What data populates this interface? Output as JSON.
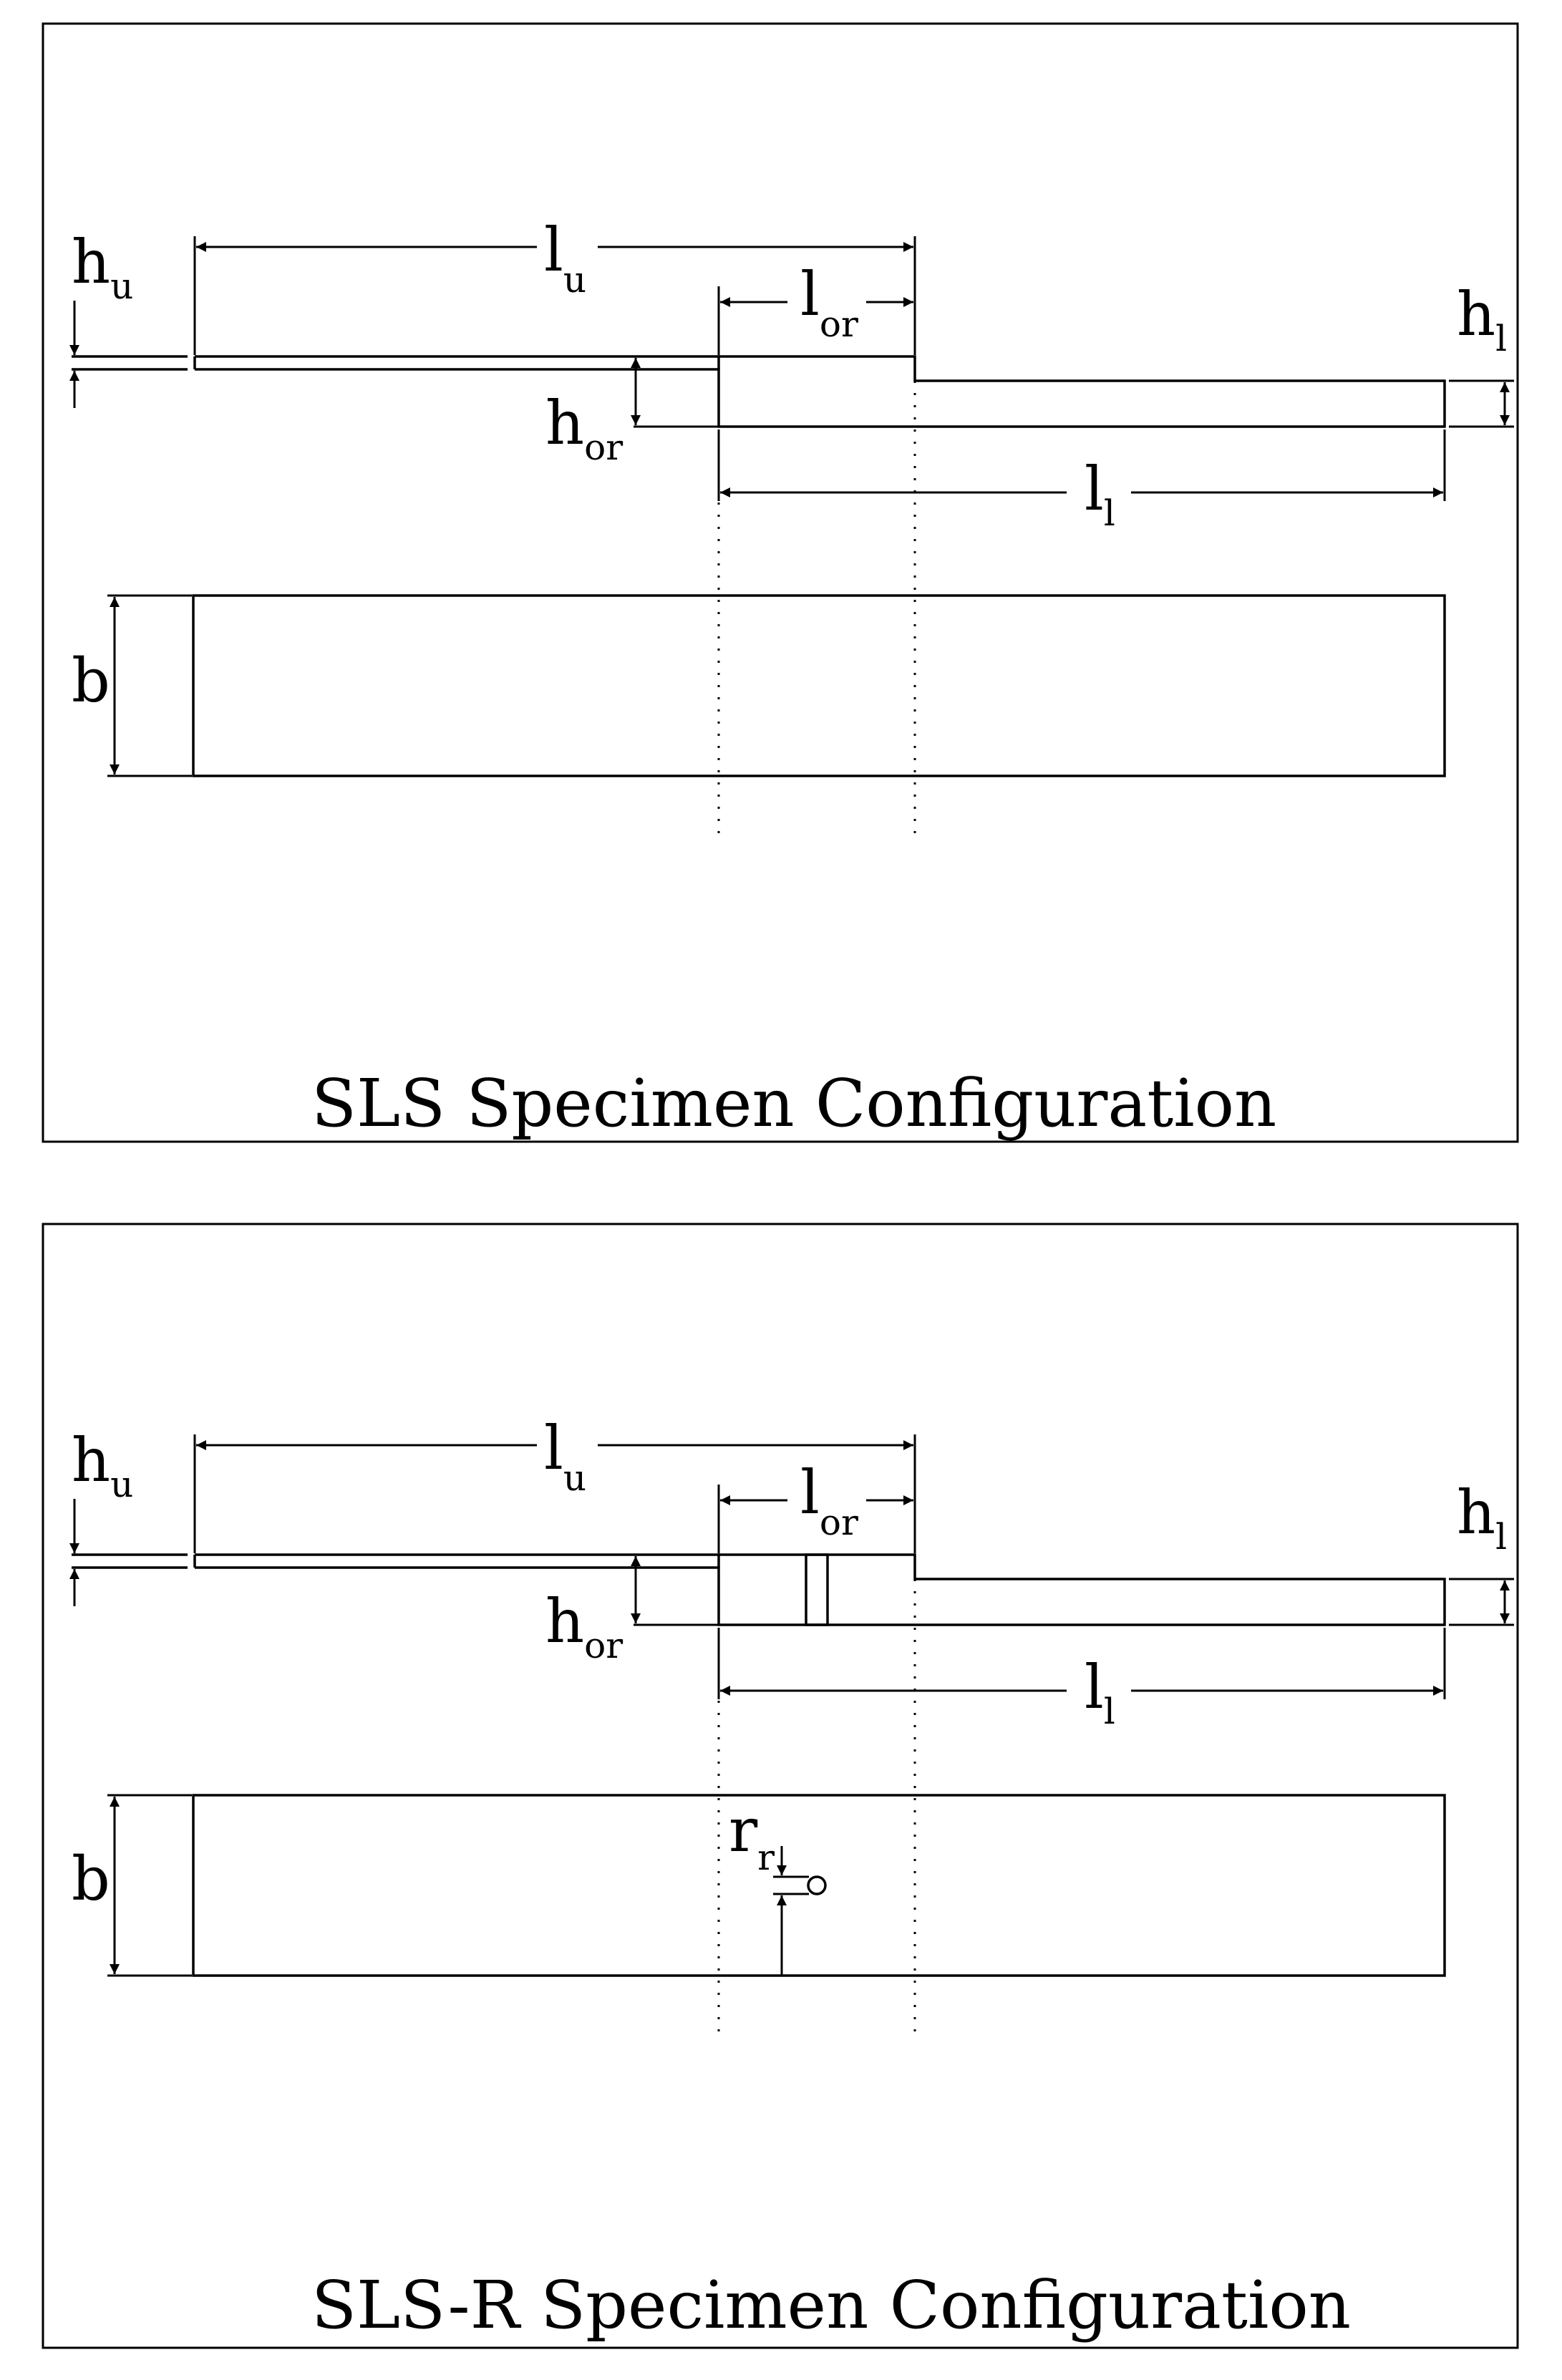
{
  "panels": [
    {
      "id": "sls",
      "caption": "SLS Specimen Configuration",
      "labels": {
        "hu": {
          "main": "h",
          "sub": "u"
        },
        "lu": {
          "main": "l",
          "sub": "u"
        },
        "lor": {
          "main": "l",
          "sub": "or"
        },
        "hl": {
          "main": "h",
          "sub": "l"
        },
        "hor": {
          "main": "h",
          "sub": "or"
        },
        "ll": {
          "main": "l",
          "sub": "l"
        },
        "b": {
          "main": "b",
          "sub": ""
        }
      },
      "has_rivet": false
    },
    {
      "id": "sls-r",
      "caption": "SLS-R Specimen Configuration",
      "labels": {
        "hu": {
          "main": "h",
          "sub": "u"
        },
        "lu": {
          "main": "l",
          "sub": "u"
        },
        "lor": {
          "main": "l",
          "sub": "or"
        },
        "hl": {
          "main": "h",
          "sub": "l"
        },
        "hor": {
          "main": "h",
          "sub": "or"
        },
        "ll": {
          "main": "l",
          "sub": "l"
        },
        "b": {
          "main": "b",
          "sub": ""
        },
        "rr": {
          "main": "r",
          "sub": "r"
        }
      },
      "has_rivet": true
    }
  ]
}
